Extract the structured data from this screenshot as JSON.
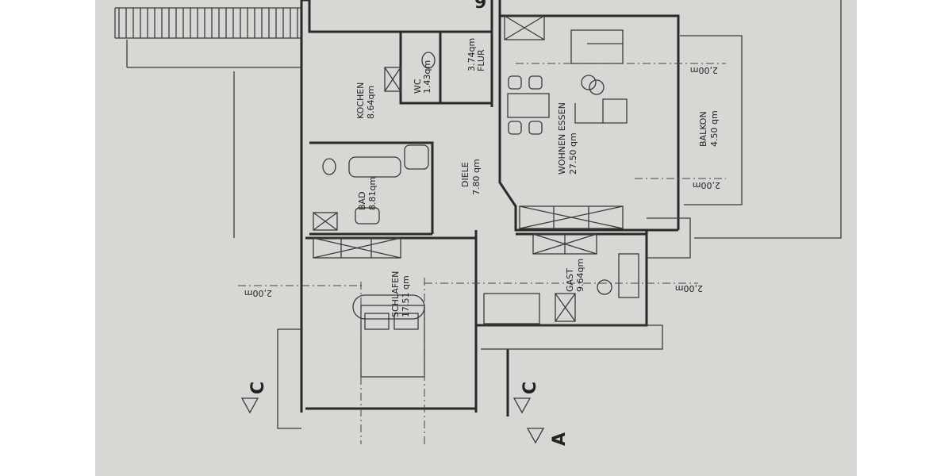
{
  "rooms": [
    {
      "name": "KOCHEN",
      "area": "8.64qm"
    },
    {
      "name": "WC",
      "area": "1.43qm"
    },
    {
      "name": "FLUR",
      "area": "3.74qm"
    },
    {
      "name": "DIELE",
      "area": "7.80 qm"
    },
    {
      "name": "BAD",
      "area": "8.81qm"
    },
    {
      "name": "WOHNEN ESSEN",
      "area": "27.50 qm"
    },
    {
      "name": "BALKON",
      "area": "4.50 qm"
    },
    {
      "name": "SCHLAFEN",
      "area": "17.51 qm"
    },
    {
      "name": "GAST",
      "area": "9.64qm"
    }
  ],
  "dimensions": [
    "2,00m",
    "2,00m",
    "2,00m",
    "2,00m"
  ],
  "section_markers": [
    "C",
    "C",
    "A"
  ],
  "top_fragment": "9",
  "colors": {
    "paper": "#d9d7d3",
    "ink": "#2a2a2a"
  }
}
